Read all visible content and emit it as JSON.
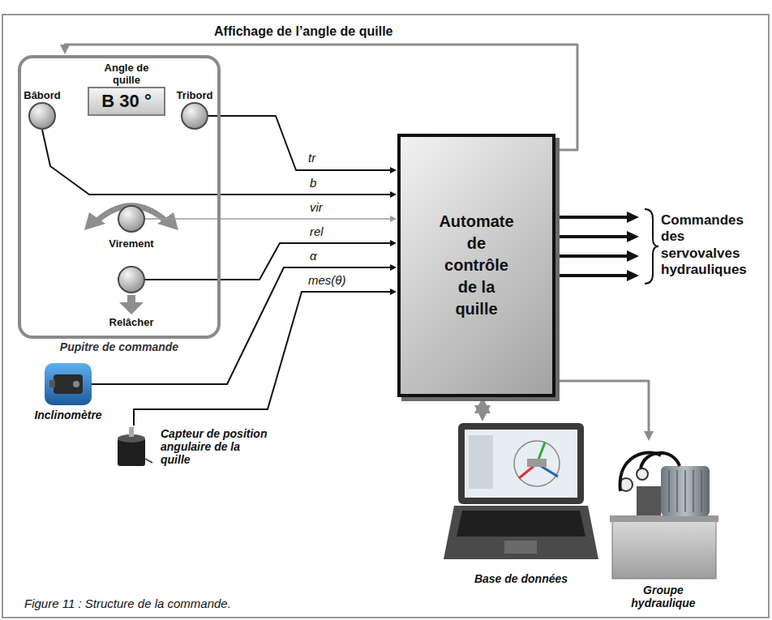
{
  "diagram": {
    "caption": "Figure 11 : Structure de la commande.",
    "nodes": [
      {
        "text": [
          "Pupitre de commande"
        ]
      },
      {
        "text": [
          "Bâbord"
        ],
        "in": 0
      },
      {
        "text": [
          "Angle de quille",
          "B 30 °"
        ],
        "in": 0
      },
      {
        "text": [
          "Tribord"
        ],
        "in": 0
      },
      {
        "text": [
          "Virement"
        ],
        "in": 0
      },
      {
        "text": [
          "Relâcher"
        ],
        "in": 0
      },
      {
        "text": [
          "Automate de contrôle de la quille"
        ]
      },
      {
        "text": [
          "Inclinomètre"
        ]
      },
      {
        "text": [
          "Capteur de position angulaire de la quille"
        ]
      },
      {
        "text": [
          "Base de données"
        ]
      },
      {
        "text": [
          "Groupe hydraulique"
        ]
      }
    ],
    "edges": [
      {
        "from": 6,
        "to": 0,
        "arrow": "to",
        "label": "Affichage de l’angle de quille"
      },
      {
        "from": 3,
        "to": 6,
        "arrow": "to",
        "label": "tr"
      },
      {
        "from": 1,
        "to": 6,
        "arrow": "to",
        "label": "b"
      },
      {
        "from": 4,
        "to": 6,
        "arrow": "to",
        "label": "vir"
      },
      {
        "from": 5,
        "to": 6,
        "arrow": "to",
        "label": "rel"
      },
      {
        "from": 7,
        "to": 6,
        "arrow": "to",
        "label": "α"
      },
      {
        "from": 8,
        "to": 6,
        "arrow": "to",
        "label": "mes(θ)"
      },
      {
        "from": 6,
        "to": 9,
        "arrow": "both"
      },
      {
        "from": 6,
        "to": 10,
        "arrow": "to"
      }
    ],
    "labels": [
      "Commandes des servovalves hydrauliques"
    ]
  }
}
